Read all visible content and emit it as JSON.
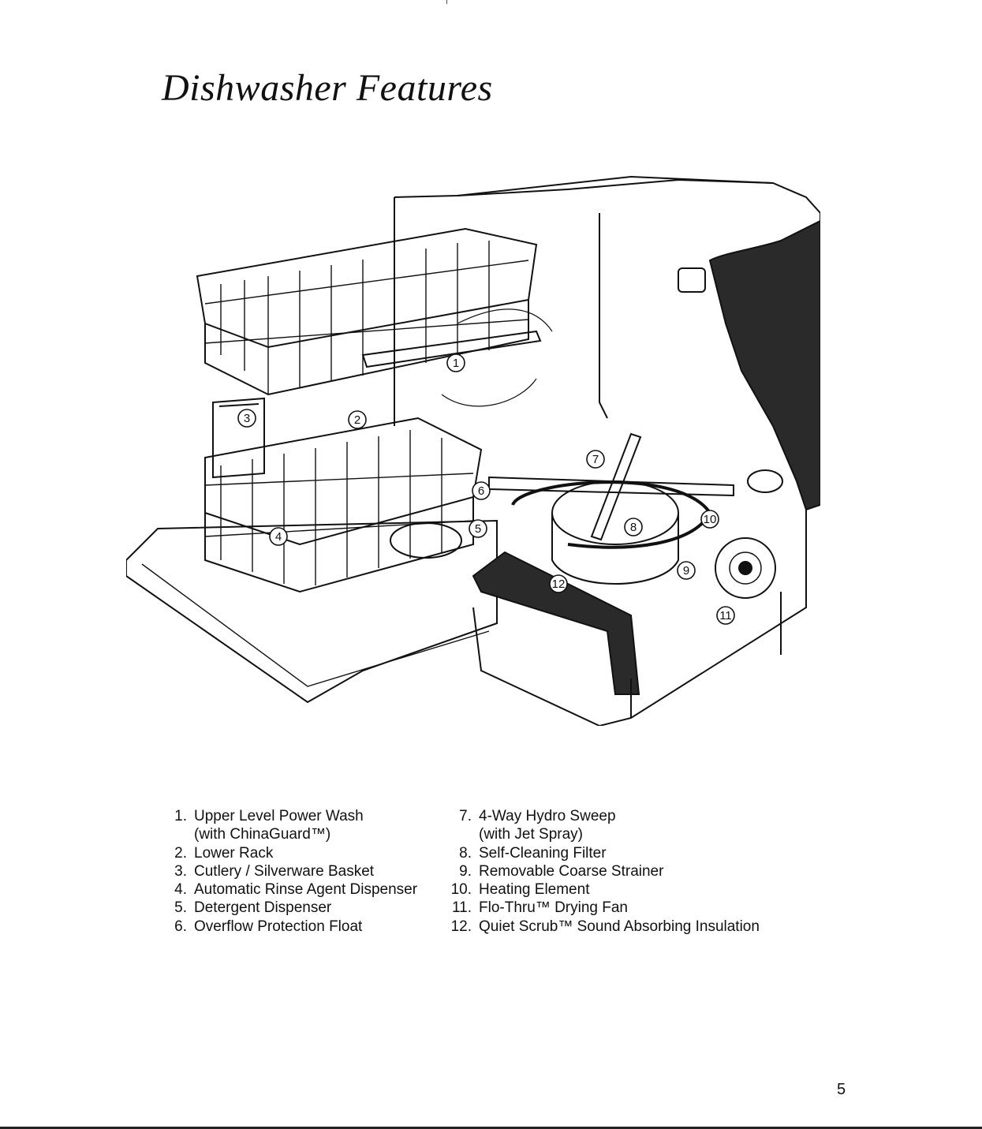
{
  "page": {
    "title": "Dishwasher Features",
    "page_number": "5"
  },
  "callouts": [
    "1",
    "2",
    "3",
    "4",
    "5",
    "6",
    "7",
    "8",
    "9",
    "10",
    "11",
    "12"
  ],
  "features_left": [
    {
      "num": "1.",
      "label": "Upper Level Power Wash",
      "sub": "(with ChinaGuard™)"
    },
    {
      "num": "2.",
      "label": "Lower Rack"
    },
    {
      "num": "3.",
      "label": "Cutlery / Silverware Basket"
    },
    {
      "num": "4.",
      "label": "Automatic Rinse Agent Dispenser"
    },
    {
      "num": "5.",
      "label": "Detergent Dispenser"
    },
    {
      "num": "6.",
      "label": "Overflow Protection Float"
    }
  ],
  "features_right": [
    {
      "num": "7.",
      "label": "4-Way Hydro Sweep",
      "sub": "(with Jet Spray)"
    },
    {
      "num": "8.",
      "label": "Self-Cleaning Filter"
    },
    {
      "num": "9.",
      "label": "Removable Coarse Strainer"
    },
    {
      "num": "10.",
      "label": "Heating Element"
    },
    {
      "num": "11.",
      "label": "Flo-Thru™ Drying Fan"
    },
    {
      "num": "12.",
      "label": "Quiet Scrub™ Sound Absorbing Insulation"
    }
  ],
  "colors": {
    "ink": "#111111",
    "paper": "#ffffff",
    "insulation": "#2a2a2a"
  }
}
